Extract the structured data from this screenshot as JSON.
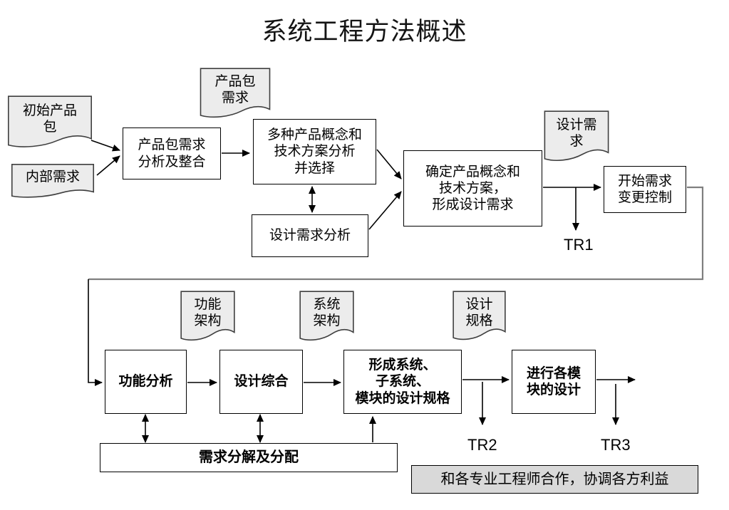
{
  "title": "系统工程方法概述",
  "colors": {
    "document_fill": "#ececec",
    "document_border": "#3f3f3f",
    "box_fill": "#ffffff",
    "box_border": "#000000",
    "banner_fill": "#d9d9d9",
    "connector_black": "#000000",
    "connector_gray": "#7f7f7f"
  },
  "documents": [
    {
      "id": "doc-initial-product-package",
      "label": "初始产品\n包"
    },
    {
      "id": "doc-internal-requirements",
      "label": "内部需求"
    },
    {
      "id": "doc-product-package-requirements",
      "label": "产品包\n需求"
    },
    {
      "id": "doc-design-requirements",
      "label": "设计需\n求"
    },
    {
      "id": "doc-functional-architecture",
      "label": "功能\n架构"
    },
    {
      "id": "doc-system-architecture",
      "label": "系统\n架构"
    },
    {
      "id": "doc-design-specification",
      "label": "设计\n规格"
    }
  ],
  "boxes": [
    {
      "id": "box-product-package-req-analysis",
      "label": "产品包需求\n分析及整合"
    },
    {
      "id": "box-multi-concept-analysis",
      "label": "多种产品概念和\n技术方案分析\n并选择"
    },
    {
      "id": "box-design-req-analysis",
      "label": "设计需求分析"
    },
    {
      "id": "box-confirm-concept",
      "label": "确定产品概念和\n技术方案，\n形成设计需求"
    },
    {
      "id": "box-start-change-control",
      "label": "开始需求\n变更控制"
    },
    {
      "id": "box-functional-analysis",
      "label": "功能分析"
    },
    {
      "id": "box-design-synthesis",
      "label": "设计综合"
    },
    {
      "id": "box-form-design-spec",
      "label": "形成系统、\n子系统、\n模块的设计规格"
    },
    {
      "id": "box-module-design",
      "label": "进行各模\n块的设计"
    },
    {
      "id": "box-req-decomposition",
      "label": "需求分解及分配"
    },
    {
      "id": "box-collaboration-banner",
      "label": "和各专业工程师合作，协调各方利益"
    }
  ],
  "tr_labels": [
    {
      "id": "tr1-label",
      "text": "TR1"
    },
    {
      "id": "tr2-label",
      "text": "TR2"
    },
    {
      "id": "tr3-label",
      "text": "TR3"
    }
  ]
}
